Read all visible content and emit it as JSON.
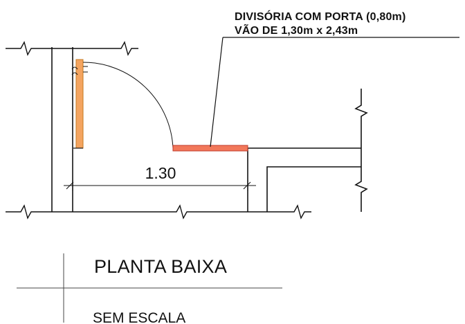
{
  "callout": {
    "line1": "DIVISÓRIA COM PORTA (0,80m)",
    "line2": "VÃO DE 1,30m x 2,43m"
  },
  "dimension": {
    "value": "1.30"
  },
  "title_block": {
    "title": "PLANTA BAIXA",
    "scale": "SEM ESCALA"
  },
  "colors": {
    "line": "#111111",
    "door_leaf": "#f4a460",
    "door_leaf_border": "#c47a20",
    "partition": "#f2785a",
    "partition_border": "#c0392b"
  }
}
